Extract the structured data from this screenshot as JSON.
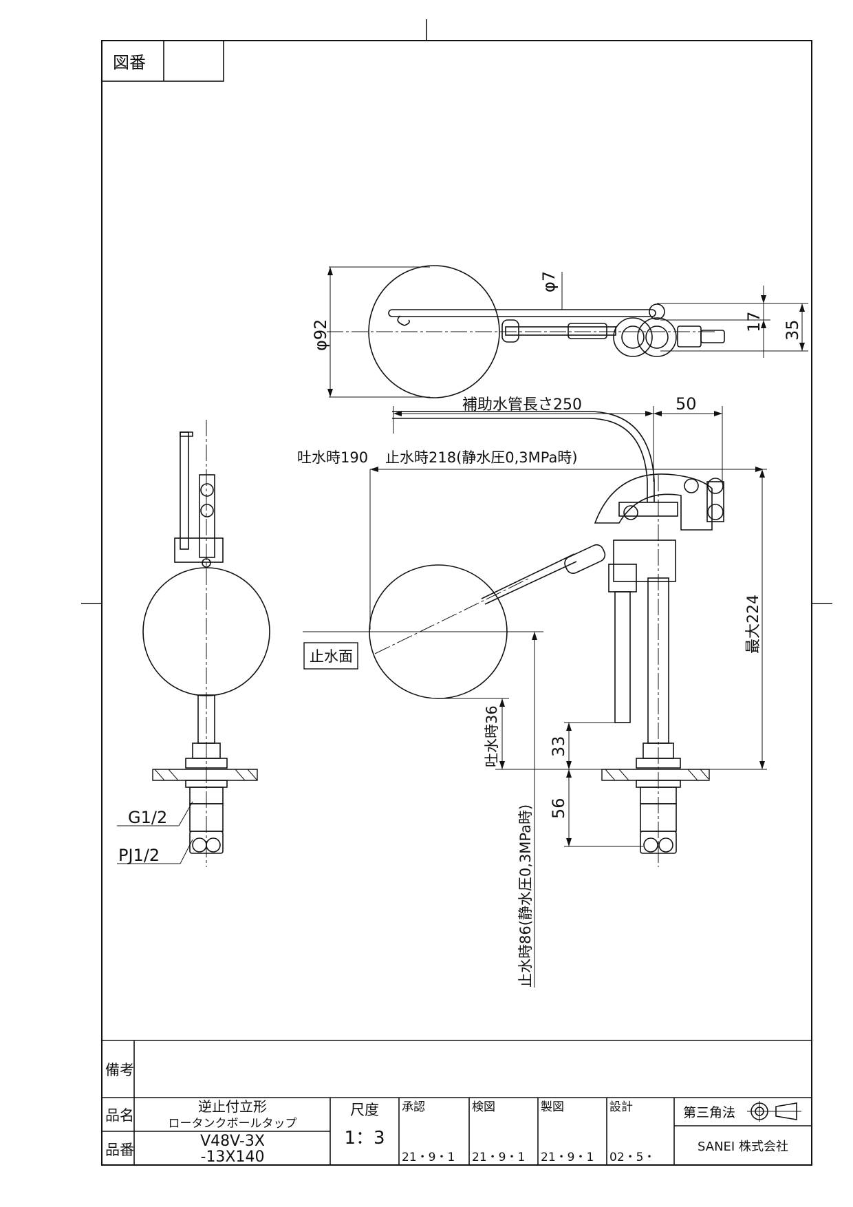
{
  "header": {
    "drawing_no_label": "図番",
    "drawing_no_value": ""
  },
  "dimensions": {
    "dia_float": "φ92",
    "dia_rod": "φ7",
    "dim_17": "17",
    "dim_35": "35",
    "aux_tube": "補助水管長さ250",
    "dim_50": "50",
    "discharge_190": "吐水時190",
    "stop_218": "止水時218(静水圧0,3MPa時)",
    "max_224": "最大224",
    "discharge_36": "吐水時36",
    "dim_33": "33",
    "dim_56": "56",
    "stop_86": "止水時86(静水圧0,3MPa時)",
    "water_level": "止水面",
    "thread_g": "G1/2",
    "thread_pj": "PJ1/2"
  },
  "title_block": {
    "remarks_label": "備考",
    "remarks_value": "",
    "name_label": "品名",
    "name_line1": "逆止付立形",
    "name_line2": "ロータンクボールタップ",
    "code_label": "品番",
    "code_line1": "V48V-3X",
    "code_line2": "-13X140",
    "scale_label": "尺度",
    "scale_value": "1：3",
    "approve_label": "承認",
    "approve_date": "21・9・1",
    "check_label": "検図",
    "check_date": "21・9・1",
    "draft_label": "製図",
    "draft_date": "21・9・1",
    "design_label": "設計",
    "design_date": "02・5・",
    "projection": "第三角法",
    "company": "SANEI 株式会社"
  }
}
